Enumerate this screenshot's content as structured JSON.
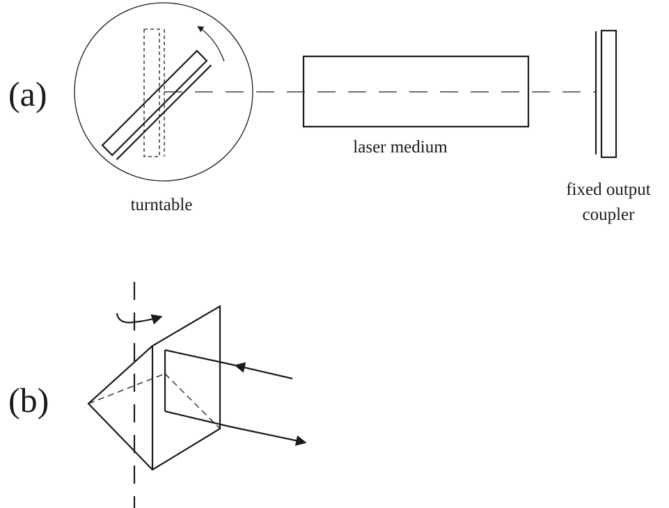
{
  "panel_a": {
    "label": "(a)",
    "turntable_label": "turntable",
    "medium_label": "laser medium",
    "coupler_label_line1": "fixed output",
    "coupler_label_line2": "coupler"
  },
  "panel_b": {
    "label": "(b)"
  },
  "colors": {
    "ink": "#1a1a1a",
    "background": "#ffffff"
  }
}
